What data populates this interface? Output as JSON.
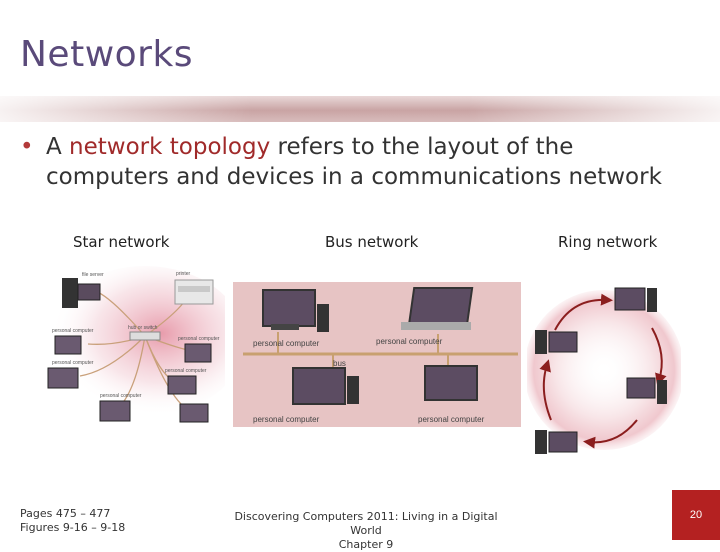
{
  "slide": {
    "title": "Networks",
    "bullet": {
      "marker": "•",
      "prefix": "A ",
      "highlight": "network topology",
      "suffix": " refers to the layout of the computers and devices in a communications network"
    },
    "diagrams": {
      "star": {
        "label": "Star network",
        "devices": [
          "file server",
          "printer",
          "hub or switch",
          "personal computer",
          "personal computer",
          "personal computer",
          "personal computer",
          "personal computer"
        ]
      },
      "bus": {
        "label": "Bus network",
        "devices": [
          "personal computer",
          "personal computer",
          "bus",
          "personal computer",
          "personal computer"
        ]
      },
      "ring": {
        "label": "Ring network"
      }
    },
    "footer": {
      "pages": "Pages 475 – 477",
      "figures": "Figures 9-16 – 9-18",
      "book": "Discovering Computers 2011: Living in a Digital World",
      "chapter": "Chapter 9",
      "page_number": "20"
    },
    "colors": {
      "title": "#5a4a7a",
      "highlight": "#a02a2a",
      "page_badge": "#b42121",
      "bus_bg": "#e7c4c4"
    }
  }
}
